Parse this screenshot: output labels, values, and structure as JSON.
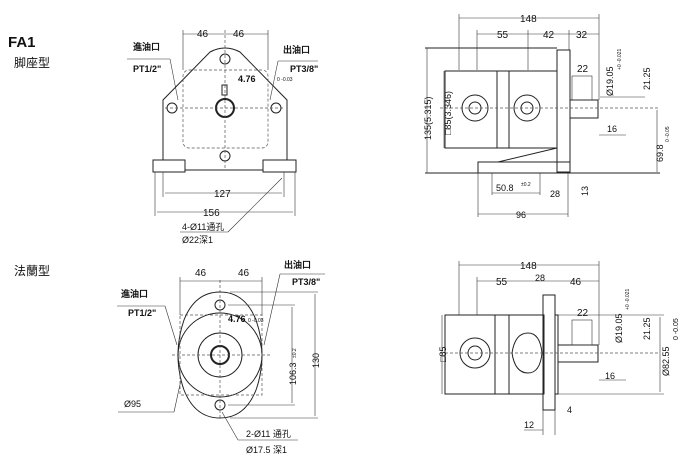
{
  "foot_type": {
    "model": "FA1",
    "type_label": "脚座型",
    "front": {
      "dim_left": "46",
      "dim_right": "46",
      "inlet_label": "進油口",
      "inlet_thread": "PT1/2\"",
      "outlet_label": "出油口",
      "outlet_thread": "PT3/8\"",
      "key_width": "4.76",
      "key_tol": "0 -0.03",
      "dim_bolt_span": "127",
      "dim_width": "156",
      "hole_note": "4-Ø11通孔",
      "counterbore_note": "Ø22深1"
    },
    "side": {
      "dim_total": "148",
      "dim_a": "55",
      "dim_b": "42",
      "dim_c": "32",
      "dim_height": "135(5.315)",
      "dim_body": "□85(3.346)",
      "dim_key_len": "22",
      "dim_shaft": "Ø19.05",
      "dim_shaft_tol": "+0 -0.021",
      "dim_key_height": "21.25",
      "dim_shaft_ext": "16",
      "dim_center_height": "69.8",
      "dim_center_tol": "0 -0.05",
      "dim_foot_holes": "50.8",
      "dim_foot_tol": "±0.2",
      "dim_foot_offset": "28",
      "dim_foot_thick": "13",
      "dim_foot_len": "96"
    }
  },
  "flange_type": {
    "type_label": "法蘭型",
    "front": {
      "dim_left": "46",
      "dim_right": "46",
      "inlet_label": "進油口",
      "inlet_thread": "PT1/2\"",
      "outlet_label": "出油口",
      "outlet_thread": "PT3/8\"",
      "key_width": "4.76",
      "key_tol": "0 -0.03",
      "dim_bolt_pitch": "106.3",
      "dim_bolt_tol": "±0.2",
      "dim_height": "130",
      "dim_pilot": "Ø95",
      "hole_note": "2-Ø11 通孔",
      "counterbore_note": "Ø17.5 深1"
    },
    "side": {
      "dim_total": "148",
      "dim_a": "55",
      "dim_b": "28",
      "dim_c": "46",
      "dim_body": "□85",
      "dim_key_len": "22",
      "dim_shaft": "Ø19.05",
      "dim_shaft_tol": "+0 -0.021",
      "dim_key_height": "21.25",
      "dim_pilot": "Ø82.55",
      "dim_pilot_tol": "0 -0.05",
      "dim_shaft_ext": "16",
      "dim_flange_gap": "4",
      "dim_flange_thick": "12"
    }
  }
}
